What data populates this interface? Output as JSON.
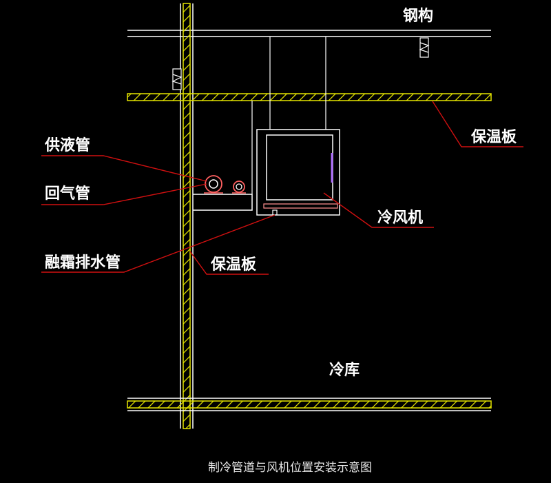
{
  "labels": {
    "steel_structure": "钢构",
    "insulation_board_top": "保温板",
    "liquid_supply_pipe": "供液管",
    "return_gas_pipe": "回气管",
    "air_cooler": "冷风机",
    "defrost_drain_pipe": "融霜排水管",
    "insulation_board_wall": "保温板",
    "cold_storage": "冷库"
  },
  "caption": "制冷管道与风机位置安装示意图",
  "colors": {
    "background": "#000000",
    "structure_line": "#ffffff",
    "insulation_yellow": "#e6e600",
    "leader_red": "#d01010",
    "pipe_red": "#ff6060",
    "cooler_accent": "#b070ff"
  }
}
